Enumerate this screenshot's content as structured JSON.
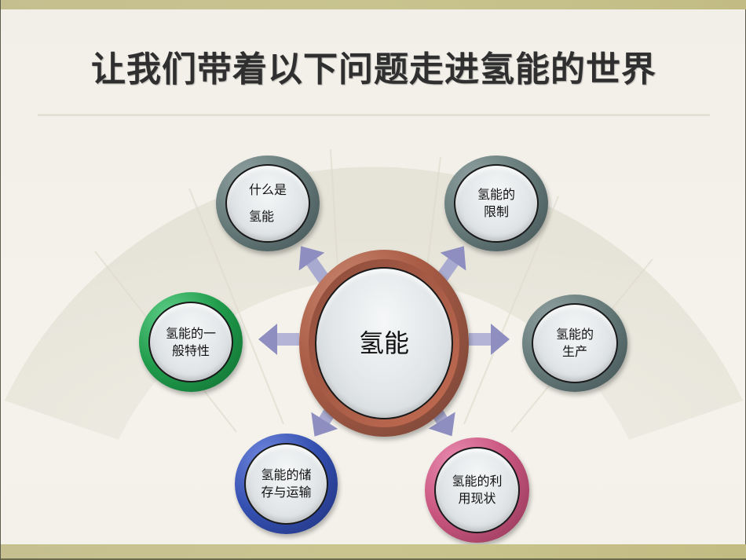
{
  "slide": {
    "title": "让我们带着以下问题走进氢能的世界"
  },
  "diagram": {
    "center": {
      "label": "氢能",
      "ring_color": "#a95c45"
    },
    "nodes": [
      {
        "id": "what-is",
        "label": "什么是\n氢能",
        "ring_color": "#667a7a",
        "position": "top-left"
      },
      {
        "id": "limits",
        "label": "氢能的\n限制",
        "ring_color": "#667a7a",
        "position": "top-right"
      },
      {
        "id": "general-properties",
        "label": "氢能的一\n般特性",
        "ring_color": "#1f9a4a",
        "position": "left"
      },
      {
        "id": "production",
        "label": "氢能的\n生产",
        "ring_color": "#667a7a",
        "position": "right"
      },
      {
        "id": "storage-transport",
        "label": "氢能的储\n存与运输",
        "ring_color": "#3450b0",
        "position": "bottom-left"
      },
      {
        "id": "utilization-status",
        "label": "氢能的利\n用现状",
        "ring_color": "#c8557e",
        "position": "bottom-right"
      }
    ],
    "arrow_color": "#8e8fc0"
  },
  "theme": {
    "band_color": "#c6c08e",
    "background": "#f4f2ea"
  }
}
